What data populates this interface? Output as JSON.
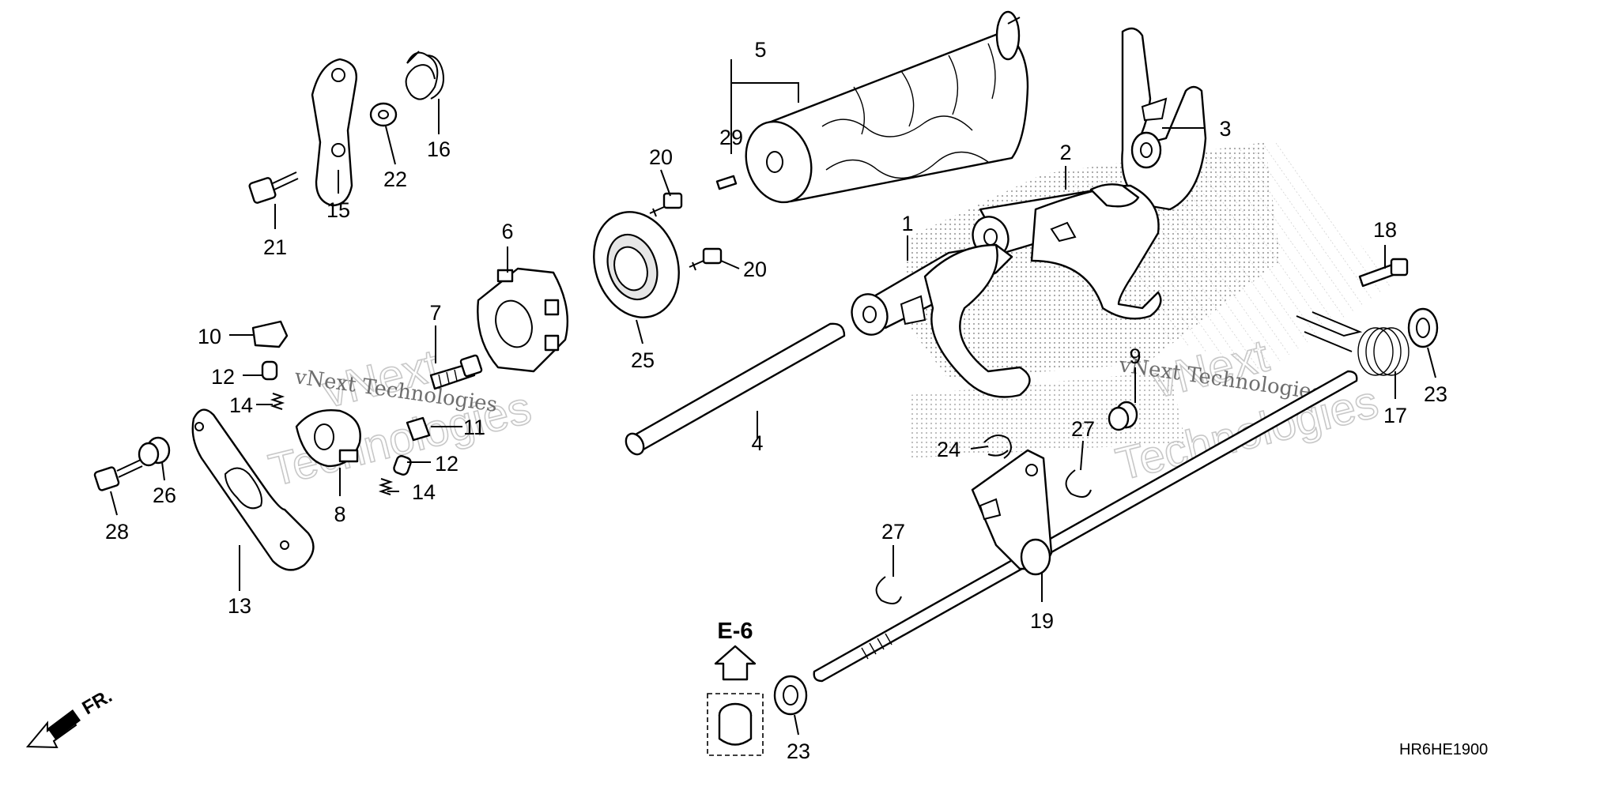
{
  "diagram_code": "HR6HE1900",
  "reference": "E-6",
  "front_label": "FR.",
  "watermark": "vNext Technologies",
  "callouts": [
    "1",
    "2",
    "3",
    "4",
    "5",
    "6",
    "7",
    "8",
    "9",
    "10",
    "11",
    "12",
    "12",
    "13",
    "14",
    "14",
    "15",
    "16",
    "17",
    "18",
    "19",
    "20",
    "20",
    "21",
    "22",
    "23",
    "23",
    "24",
    "25",
    "26",
    "27",
    "27",
    "28",
    "29"
  ]
}
